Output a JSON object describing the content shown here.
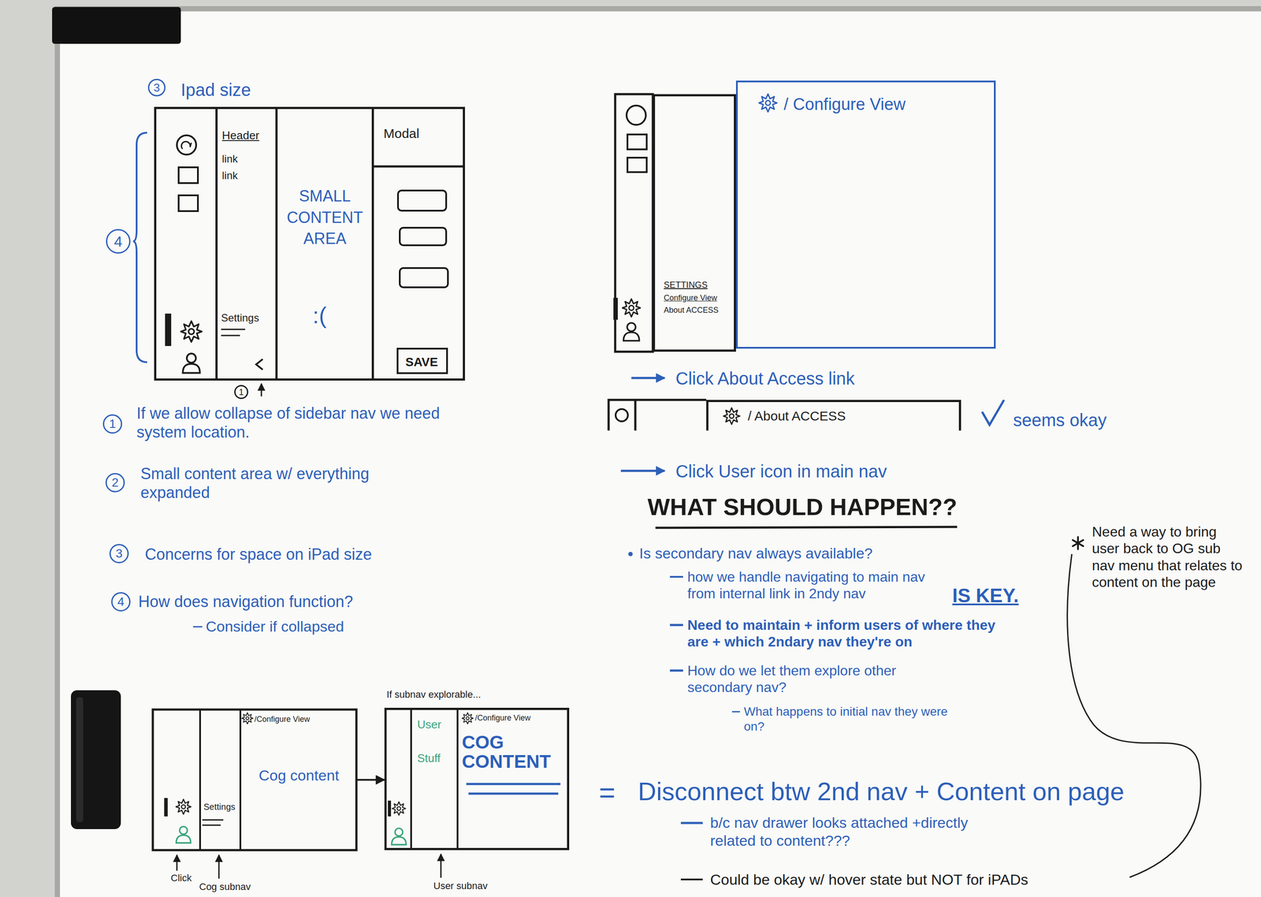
{
  "diagram": {
    "nodes": [
      {
        "text": [
          "Ipad size"
        ]
      },
      {
        "text": [
          "Header",
          "link",
          "link",
          "Settings"
        ],
        "in": 0
      },
      {
        "text": [
          "SMALL CONTENT AREA",
          ":("
        ],
        "in": 0
      },
      {
        "text": [
          "Modal"
        ],
        "in": 0
      },
      {
        "text": [
          "SAVE"
        ],
        "in": 3
      },
      {
        "text": [
          "SETTINGS",
          "Configure View",
          "About ACCESS"
        ]
      },
      {
        "text": [
          "/ Configure View"
        ]
      },
      {
        "text": [
          "/ About ACCESS"
        ]
      },
      {
        "text": [
          "Settings"
        ]
      },
      {
        "text": [
          "/Configure View",
          "Cog content"
        ]
      },
      {
        "text": [
          "If subnav explorable..."
        ]
      },
      {
        "text": [
          "User",
          "Stuff"
        ],
        "in": 10
      },
      {
        "text": [
          "/Configure View",
          "COG CONTENT"
        ],
        "in": 10
      }
    ],
    "edges": [
      {
        "from": 9,
        "to": 10,
        "arrow": "to"
      }
    ],
    "labels": [
      "3",
      "4",
      "1",
      "1",
      "If we allow collapse of sidebar nav we need system location.",
      "2",
      "Small content area w/ everything expanded",
      "3",
      "Concerns for space on iPad size",
      "4",
      "How does navigation function?",
      "Consider if collapsed",
      "Click About Access link",
      "seems okay",
      "Click User icon in main nav",
      "WHAT SHOULD HAPPEN??",
      "Is secondary nav always available?",
      "how we handle navigating to main nav from internal link in 2ndy nav",
      "IS KEY.",
      "Need to maintain + inform users of where they are + which 2ndary nav they're on",
      "How do we let them explore other secondary nav?",
      "What happens to initial nav they were on?",
      "Need a way to bring user back to OG sub nav menu that relates to content on the page",
      "=",
      "Disconnect btw 2nd nav + Content on page",
      "b/c nav drawer looks attached +directly related to content???",
      "Could be okay w/ hover state but NOT for iPADs",
      "Click",
      "Cog subnav",
      "User subnav"
    ]
  }
}
